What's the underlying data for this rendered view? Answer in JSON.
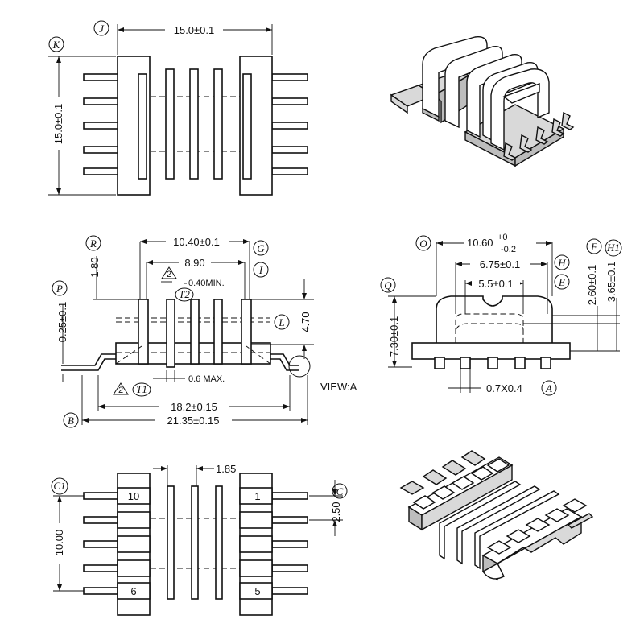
{
  "top_view": {
    "dim_width": "15.0±0.1",
    "dim_height": "15.0±0.1",
    "label_j": "J",
    "label_k": "K"
  },
  "side_view": {
    "dim_flange": "10.40±0.1",
    "dim_inner": "8.90",
    "dim_gap": "0.40MIN.",
    "dim_pin_width": "0.6  MAX.",
    "dim_height": "4.70",
    "dim_r": "1.80",
    "dim_p": "0.25±0.1",
    "dim_pitch_span": "18.2±0.15",
    "dim_total": "21.35±0.15",
    "label_r": "R",
    "label_g": "G",
    "label_i": "I",
    "label_p": "P",
    "label_l": "L",
    "label_b": "B",
    "label_t1": "T1",
    "label_t2": "T2",
    "triangle_mark": "2",
    "view_label": "VIEW:A"
  },
  "front_view": {
    "dim_o": "10.60",
    "dim_o_tol_upper": "+0",
    "dim_o_tol_lower": "-0.2",
    "dim_h": "6.75±0.1",
    "dim_e": "5.5±0.1",
    "dim_f": "2.60±0.1",
    "dim_h1": "3.65±0.1",
    "dim_q": "7.30±0.1",
    "dim_a": "0.7X0.4",
    "label_o": "O",
    "label_f": "F",
    "label_h1": "H1",
    "label_h": "H",
    "label_e": "E",
    "label_q": "Q",
    "label_a": "A"
  },
  "bottom_view": {
    "dim_fin_gap": "1.85",
    "dim_c": "2.50",
    "dim_c1": "10.00",
    "pin_10": "10",
    "pin_1": "1",
    "pin_6": "6",
    "pin_5": "5",
    "label_c1": "C1",
    "label_c": "C"
  }
}
